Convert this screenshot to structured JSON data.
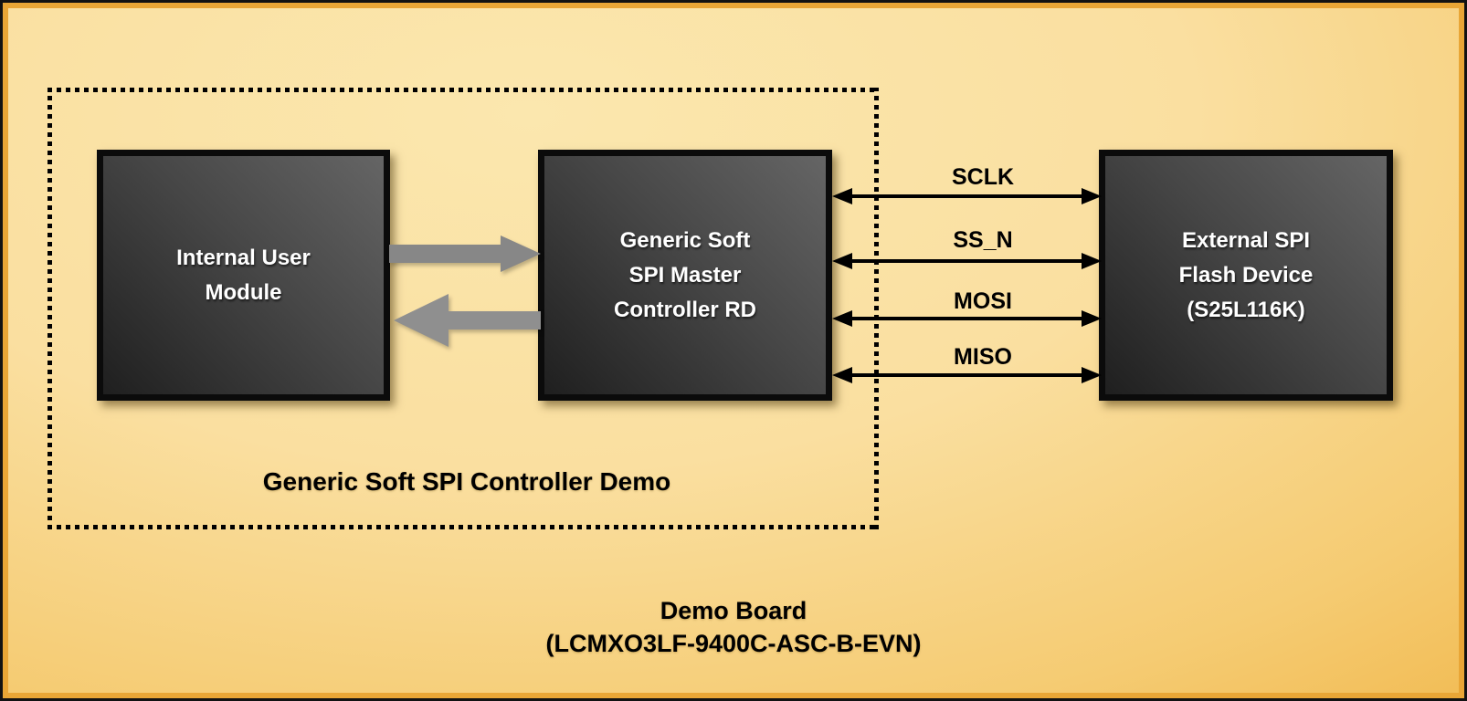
{
  "blocks": [
    {
      "name": "internal-user-module",
      "lines": [
        "Internal User",
        "Module"
      ]
    },
    {
      "name": "spi-master-controller",
      "lines": [
        "Generic Soft",
        "SPI Master",
        "Controller RD"
      ]
    },
    {
      "name": "external-spi-flash",
      "lines": [
        "External SPI",
        "Flash Device",
        "(S25L116K)"
      ]
    }
  ],
  "signals": [
    {
      "label": "SCLK"
    },
    {
      "label": "SS_N"
    },
    {
      "label": "MOSI"
    },
    {
      "label": "MISO"
    }
  ],
  "group_label": "Generic Soft SPI Controller Demo",
  "caption": {
    "line1": "Demo Board",
    "line2": "(LCMXO3LF-9400C-ASC-B-EVN)"
  },
  "colors": {
    "background_light": "#FBE7AE",
    "background_gold": "#EEAB33",
    "frame_orange": "#E9A636",
    "block_dark": "#1F1F1F",
    "block_light": "#656565",
    "arrow_gray": "#878787",
    "signal_black": "#000000",
    "block_text": "#FFFFFF"
  }
}
